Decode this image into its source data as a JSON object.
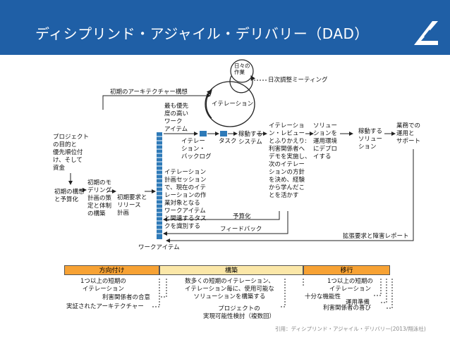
{
  "header": {
    "title": "ディシプリンド・アジャイル・デリバリー（DAD）"
  },
  "colors": {
    "header_bg": "#1f5fa6",
    "inception": "#f7a234",
    "construction": "#fbe7a8",
    "transition": "#f7a234",
    "backlog": "#2e7ab8"
  },
  "diagram": {
    "daily_work": "日々の\n作業",
    "daily_meeting": "日次調整ミーティング",
    "iteration": "イテレーション",
    "initial_architecture": "初期のアーキテクチャー構想",
    "vision": "プロジェクト\nの目的と\n優先順位付\nけ、そして\n資金",
    "initial_modeling": "初期のモ\nデリング、\n計画の策\n定と体制\nの構築",
    "initial_requirements": "初期要求と\nリリース\n計画",
    "initial_planning": "初期の構想\nと予算化",
    "highest_priority": "最も優先\n度の高い\nワーク\nアイテム",
    "iteration_backlog": "イテレー\nション・\nバックログ",
    "tasks": "タスク",
    "working_system": "稼動する\nシステム",
    "iteration_review": "イテレーショ\nン・レビュー\nとふりかえり:\n利害関係者へ\nデモを実施し、\n次のイテレー\nションの方針\nを決め、経験\nから学んだこ\nとを活かす",
    "consumable_solution": "ソリュー\nションを\n運用環境\nにデプロ\nイする",
    "working_solution": "稼動する\nソリュー\nション",
    "operations": "業務での\n運用と\nサポート",
    "iteration_planning": "イテレーション\n計画セッション\nで、現在のイテ\nレーションの作\n業対象となる\nワークアイテム\nと関連するタス\nクを識別する",
    "funding": "予算化",
    "feedback": "フィードバック",
    "enhancement": "拡張要求と障害レポート",
    "work_items": "ワークアイテム"
  },
  "phases": [
    {
      "label": "方向付け",
      "items": [
        "1つ以上の短期の\nイテレーション",
        "利害関係者の合意",
        "実証されたアーキテクチャー"
      ]
    },
    {
      "label": "構築",
      "items": [
        "数多くの短期のイテレーション、\nイテレーション毎に、使用可能な\nソリューションを構築する",
        "プロジェクトの\n実現可能性検討（複数回）"
      ]
    },
    {
      "label": "移行",
      "items": [
        "1つ以上の短期の\nイテレーション",
        "十分な機能性",
        "運用準備",
        "利害関係者の喜び"
      ]
    }
  ],
  "citation": "引用：ディシプリンド・アジャイル・デリバリー(2013/翔泳社)"
}
